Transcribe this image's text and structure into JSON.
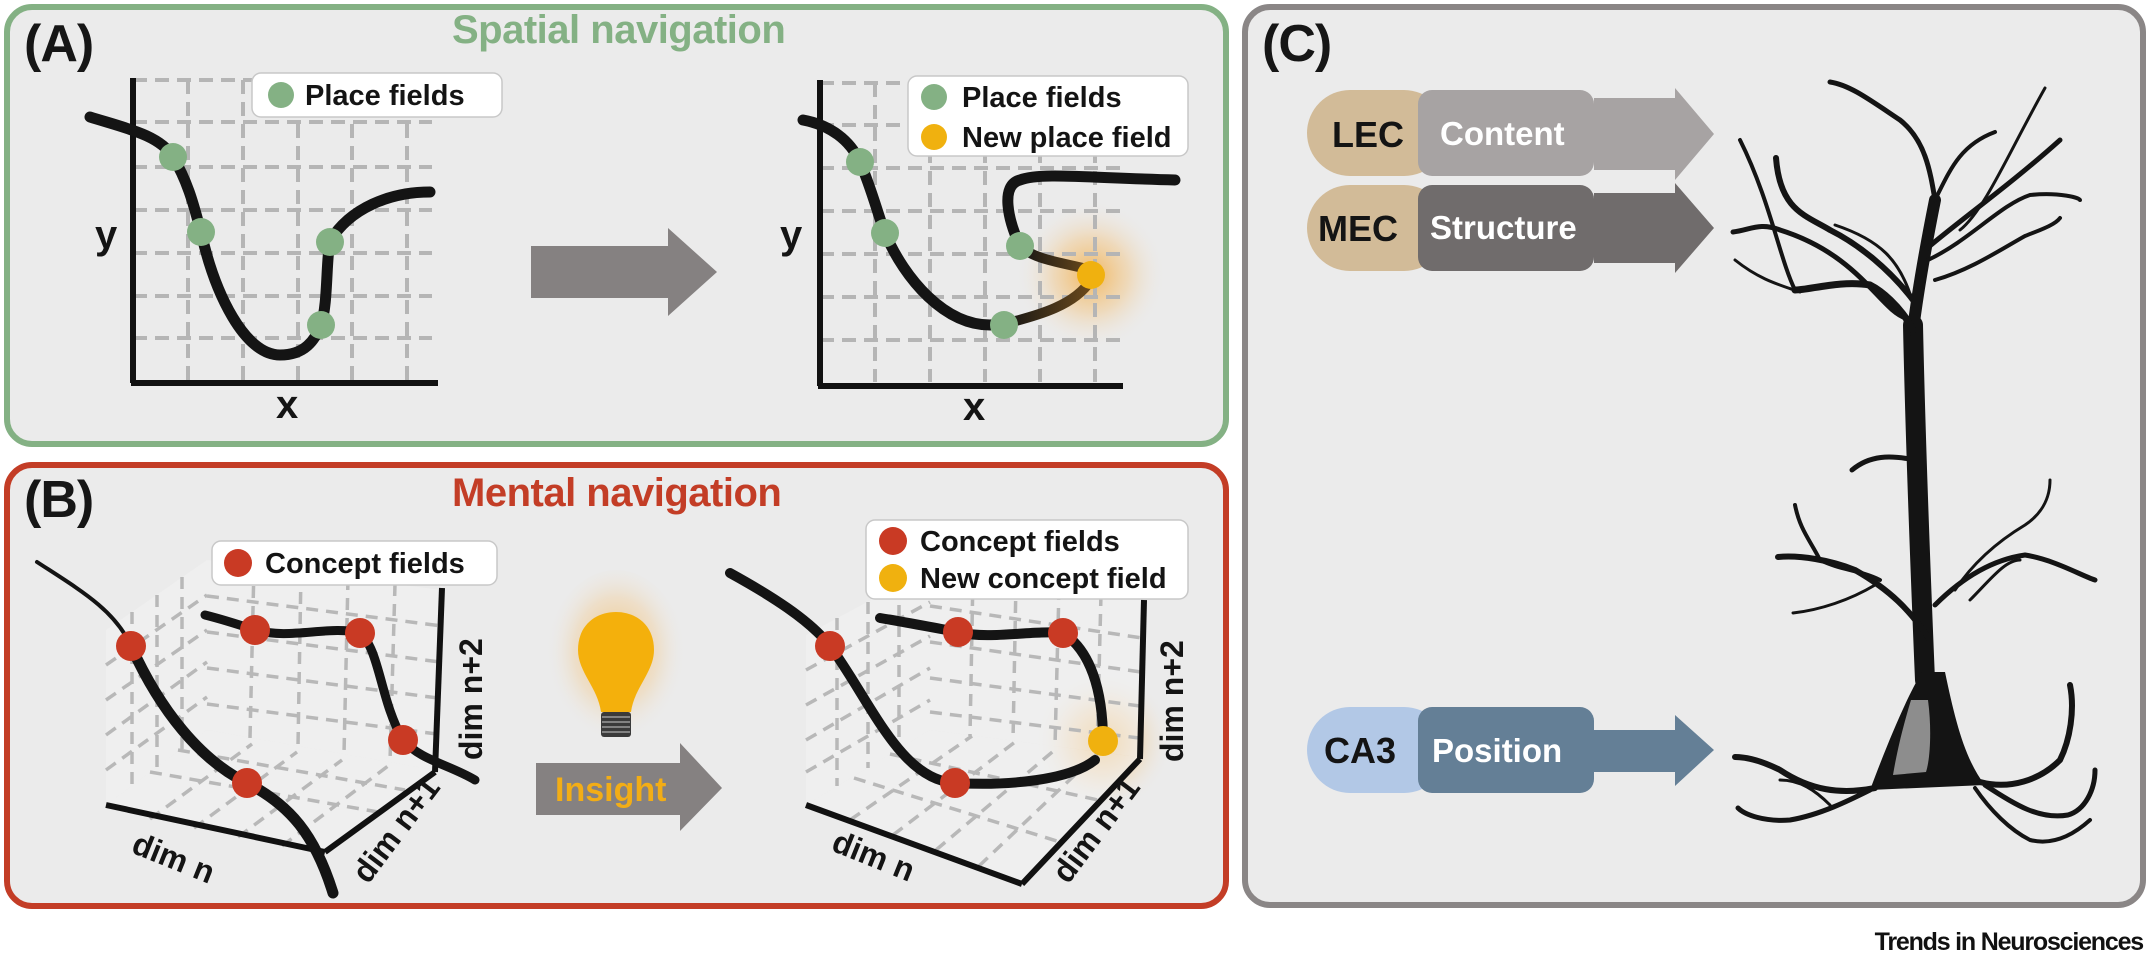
{
  "figure": {
    "footer": "Trends in Neurosciences",
    "colors": {
      "spatial": "#84b184",
      "mental": "#c33d26",
      "panel_c_border": "#8a8686",
      "place_field": "#84b184",
      "concept_field": "#c93a24",
      "new_field": "#f0b10f",
      "arrow_gray": "#858181",
      "lec_tan": "#d2bb98",
      "content_gray": "#a7a3a3",
      "structure_gray": "#706c6c",
      "ca3_blue": "#b2c8e6",
      "position_blue": "#647f96"
    }
  },
  "panel_a": {
    "label": "(A)",
    "title": "Spatial navigation",
    "before": {
      "legend": [
        "Place fields"
      ],
      "xlabel": "x",
      "ylabel": "y",
      "place_field_count": 4
    },
    "after": {
      "legend": [
        "Place fields",
        "New place field"
      ],
      "xlabel": "x",
      "ylabel": "y",
      "place_field_count": 4,
      "new_field_count": 1
    }
  },
  "panel_b": {
    "label": "(B)",
    "title": "Mental navigation",
    "insight_label": "Insight",
    "before": {
      "legend": [
        "Concept fields"
      ],
      "axes": [
        "dim n",
        "dim n+1",
        "dim n+2"
      ],
      "concept_field_count": 5
    },
    "after": {
      "legend": [
        "Concept fields",
        "New concept field"
      ],
      "axes": [
        "dim n",
        "dim n+1",
        "dim n+2"
      ],
      "concept_field_count": 4,
      "new_field_count": 1
    }
  },
  "panel_c": {
    "label": "(C)",
    "inputs": [
      {
        "region": "LEC",
        "signal": "Content"
      },
      {
        "region": "MEC",
        "signal": "Structure"
      },
      {
        "region": "CA3",
        "signal": "Position"
      }
    ]
  }
}
